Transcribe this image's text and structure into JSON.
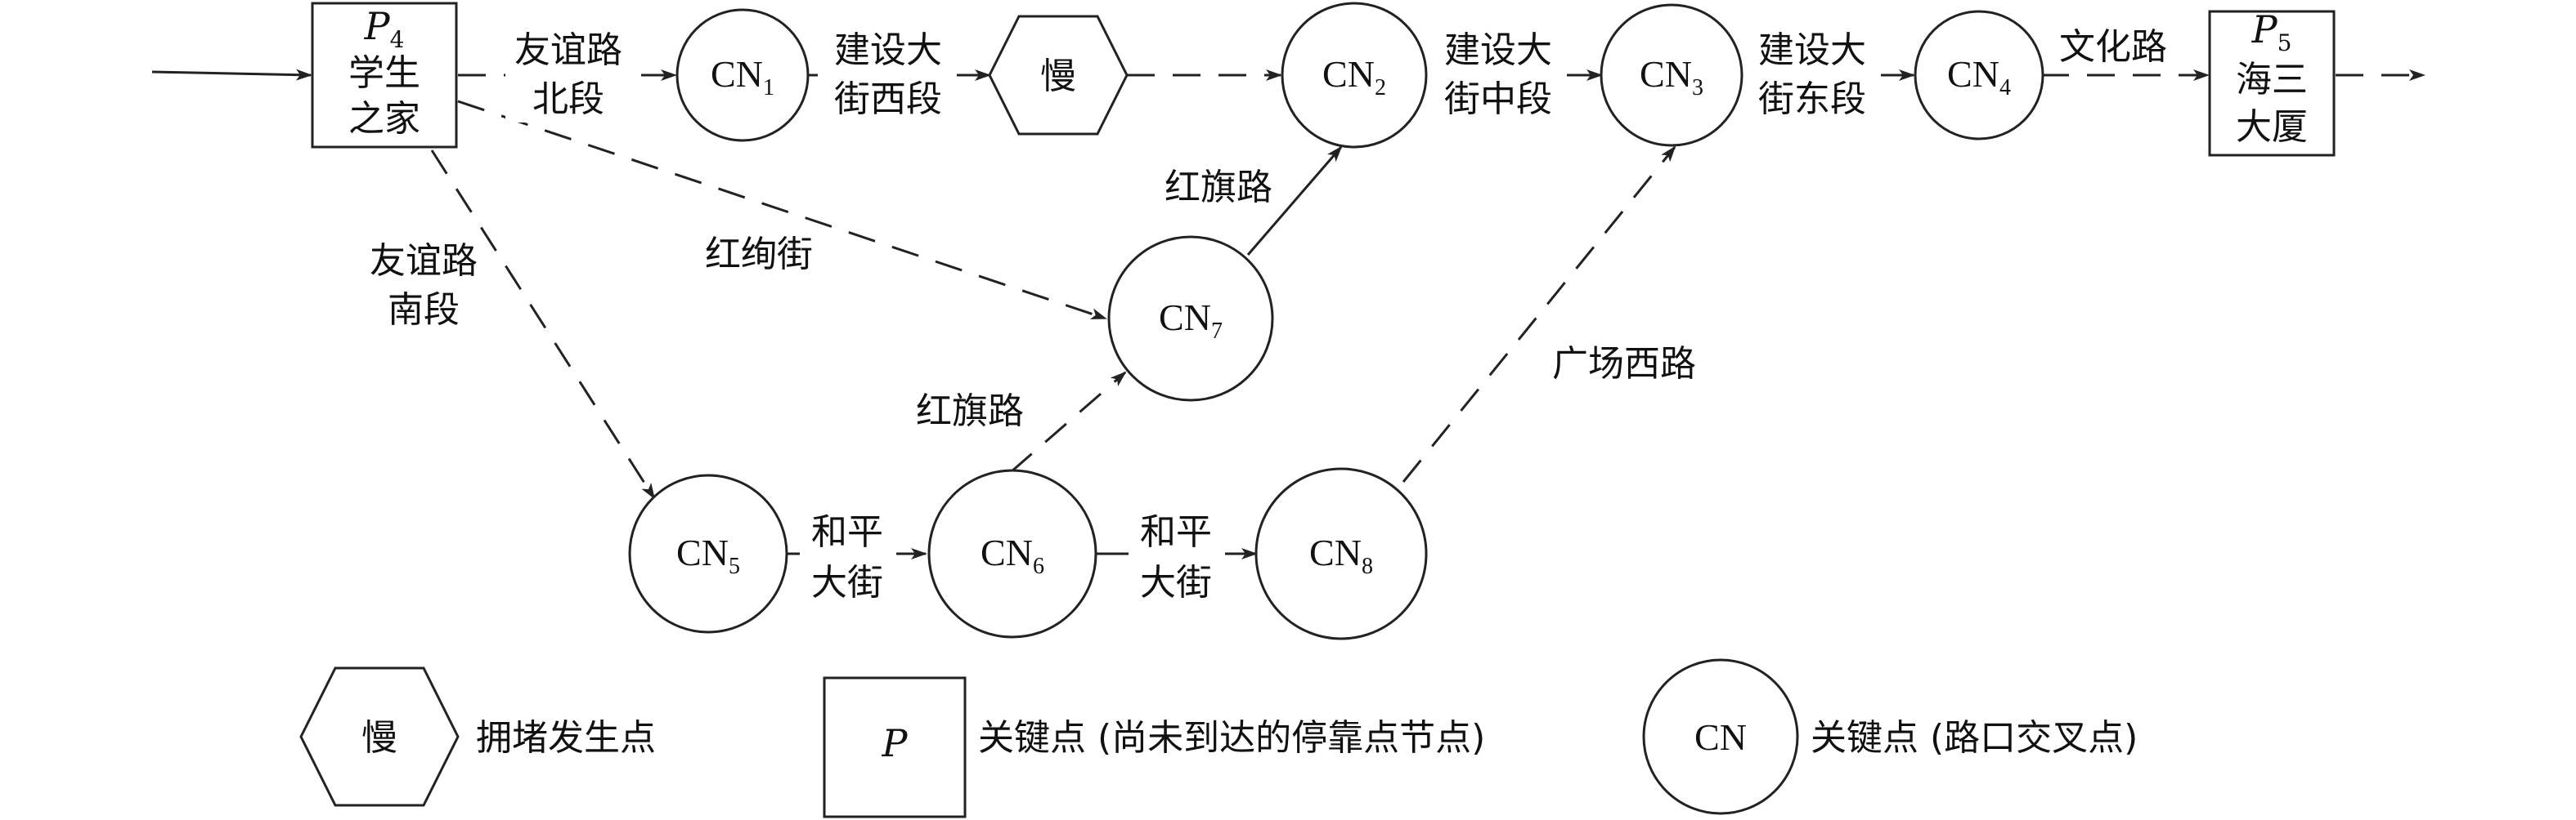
{
  "nodes": {
    "P4": {
      "letter": "P",
      "sub": "4",
      "line1": "学生",
      "line2": "之家"
    },
    "P5": {
      "letter": "P",
      "sub": "5",
      "line1": "海三",
      "line2": "大厦"
    },
    "CN1": {
      "base": "CN",
      "sub": "1"
    },
    "CN2": {
      "base": "CN",
      "sub": "2"
    },
    "CN3": {
      "base": "CN",
      "sub": "3"
    },
    "CN4": {
      "base": "CN",
      "sub": "4"
    },
    "CN5": {
      "base": "CN",
      "sub": "5"
    },
    "CN6": {
      "base": "CN",
      "sub": "6"
    },
    "CN7": {
      "base": "CN",
      "sub": "7"
    },
    "CN8": {
      "base": "CN",
      "sub": "8"
    },
    "slow": {
      "label": "慢"
    }
  },
  "edges": {
    "youyi_north": {
      "line1": "友谊路",
      "line2": "北段"
    },
    "jianshe_west": {
      "line1": "建设大",
      "line2": "街西段"
    },
    "jianshe_middle": {
      "line1": "建设大",
      "line2": "街中段"
    },
    "jianshe_east": {
      "line1": "建设大",
      "line2": "街东段"
    },
    "wenhua": {
      "line1": "文化路"
    },
    "youyi_south": {
      "line1": "友谊路",
      "line2": "南段"
    },
    "hongxu": {
      "line1": "红绚街"
    },
    "hongqi_upper": {
      "line1": "红旗路"
    },
    "hongqi_lower": {
      "line1": "红旗路"
    },
    "heping_1": {
      "line1": "和平",
      "line2": "大街"
    },
    "heping_2": {
      "line1": "和平",
      "line2": "大街"
    },
    "guangchang_west": {
      "line1": "广场西路"
    }
  },
  "legend": {
    "congestion": {
      "symbol": "慢",
      "text": "拥堵发生点"
    },
    "stop": {
      "symbol": "P",
      "text": "关键点 (尚未到达的停靠点节点)"
    },
    "intersection": {
      "symbol": "CN",
      "text": "关键点 (路口交叉点)"
    }
  }
}
